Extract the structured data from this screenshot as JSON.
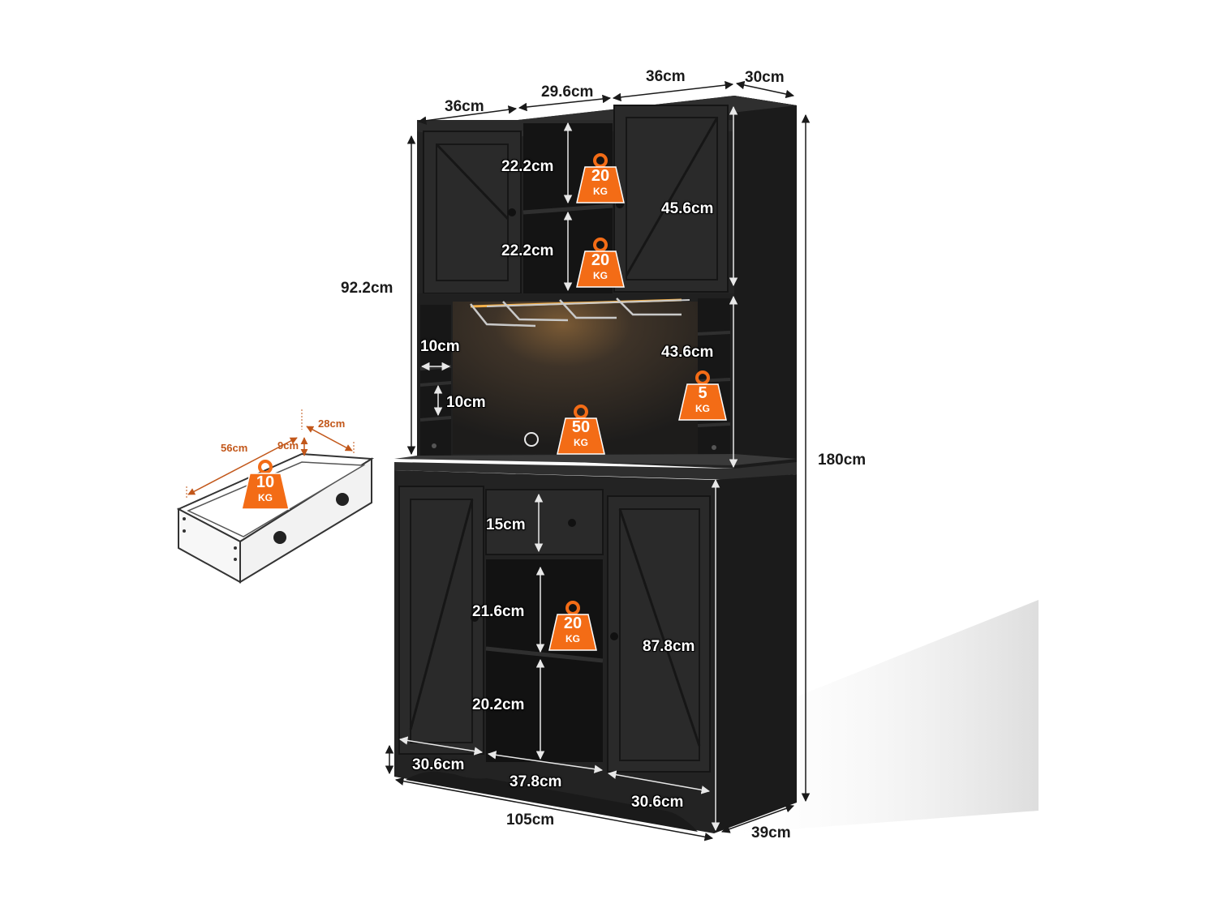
{
  "dimensions": {
    "top_left_width": "36cm",
    "top_center_width": "29.6cm",
    "top_right_width": "36cm",
    "top_depth": "30cm",
    "upper_height": "92.2cm",
    "upper_shelf_1": "22.2cm",
    "upper_shelf_2": "22.2cm",
    "upper_cabinet_height": "45.6cm",
    "wine_cube_width": "10cm",
    "wine_cube_height": "10cm",
    "hutch_height": "43.6cm",
    "total_height": "180cm",
    "drawer_height": "15cm",
    "lower_shelf_1": "21.6cm",
    "lower_shelf_2": "20.2cm",
    "lower_cabinet_height": "87.8cm",
    "lower_left_width": "30.6cm",
    "lower_center_width": "37.8cm",
    "lower_right_width": "30.6cm",
    "total_width": "105cm",
    "total_depth": "39cm"
  },
  "drawer": {
    "length": "56cm",
    "width": "28cm",
    "depth": "9cm",
    "load": "10",
    "unit": "KG"
  },
  "loads": {
    "upper_shelf_1": "20",
    "upper_shelf_2": "20",
    "hutch": "50",
    "wine_rack": "5",
    "lower_shelf": "20",
    "unit": "KG"
  },
  "colors": {
    "cabinet": "#262626",
    "accent": "#f36c16",
    "led": "#f3b04a"
  }
}
